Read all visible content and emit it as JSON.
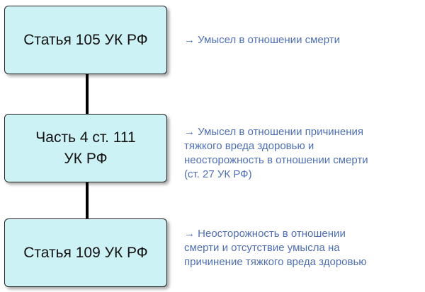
{
  "colors": {
    "box_fill": "#cdf2f5",
    "box_border": "#222222",
    "connector": "#000000",
    "note_text": "#4f6fb4"
  },
  "boxes": [
    {
      "label": "Статья 105 УК РФ"
    },
    {
      "label": "Часть 4 ст. 111\nУК РФ"
    },
    {
      "label": "Статья 109 УК РФ"
    }
  ],
  "notes": [
    {
      "text": "→ Умысел в отношении смерти"
    },
    {
      "text": "→ Умысел в отношении причинения\nтяжкого вреда здоровью и\nнеосторожность в отношении смерти\n(ст. 27 УК РФ)"
    },
    {
      "text": "→ Неосторожность в отношении\nсмерти и отсутствие умысла на\nпричинение тяжкого вреда здоровью"
    }
  ]
}
